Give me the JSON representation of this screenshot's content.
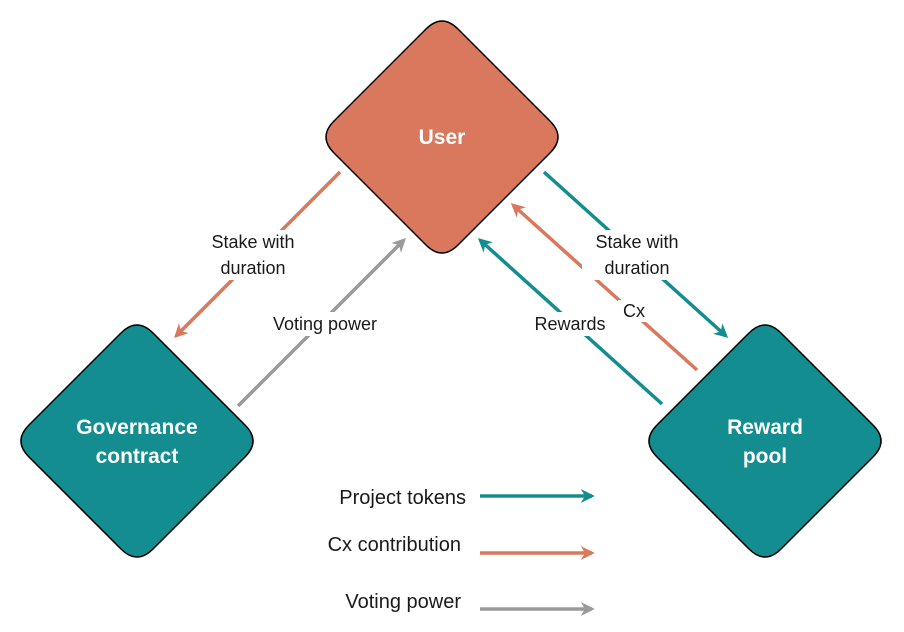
{
  "colors": {
    "teal": "#138d90",
    "orange": "#d9785c",
    "gray": "#9a9a9a",
    "node_border": "#000000",
    "node_text": "#ffffff"
  },
  "nodes": {
    "user": {
      "label": "User",
      "color": "orange"
    },
    "governance": {
      "label_line1": "Governance",
      "label_line2": "contract",
      "color": "teal"
    },
    "reward_pool": {
      "label_line1": "Reward",
      "label_line2": "pool",
      "color": "teal"
    }
  },
  "edges": {
    "user_to_governance": {
      "label_line1": "Stake with",
      "label_line2": "duration",
      "color": "orange"
    },
    "governance_to_user": {
      "label": "Voting power",
      "color": "gray"
    },
    "user_to_reward_pool": {
      "label_line1": "Stake with",
      "label_line2": "duration",
      "color": "teal"
    },
    "reward_pool_to_user_rewards": {
      "label": "Rewards",
      "color": "teal"
    },
    "reward_pool_to_user_cx": {
      "label": "Cx",
      "color": "orange"
    }
  },
  "legend": {
    "project_tokens": {
      "label": "Project tokens",
      "color": "teal"
    },
    "cx_contribution": {
      "label": "Cx contribution",
      "color": "orange"
    },
    "voting_power": {
      "label": "Voting power",
      "color": "gray"
    }
  }
}
